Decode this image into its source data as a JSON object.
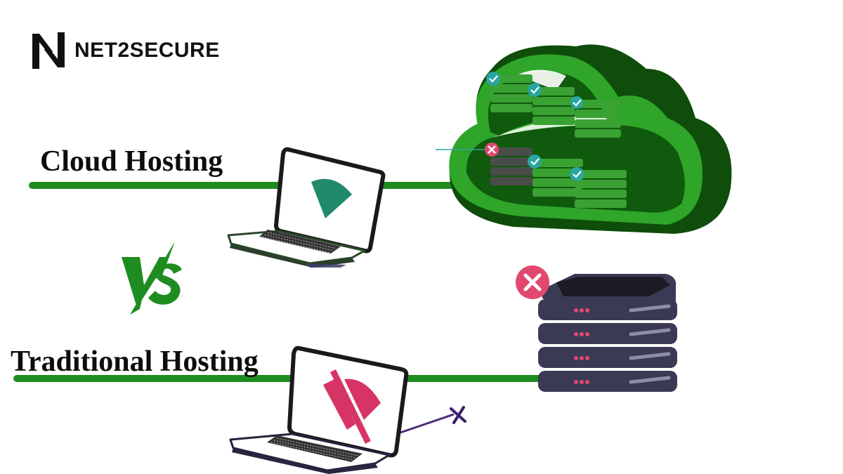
{
  "brand": {
    "name": "NET2SECURE",
    "logo_icon": "n-monogram-icon"
  },
  "headings": {
    "cloud": "Cloud Hosting",
    "versus": "VS",
    "traditional": "Traditional Hosting"
  },
  "colors": {
    "accent_green": "#1e8c20",
    "cloud_dark_green": "#0e4d0a",
    "cloud_bright_green": "#2fa52a",
    "teal_check": "#2aa5a0",
    "pink_error": "#e0486f",
    "server_dark": "#3b3a55",
    "wifi_teal": "#1f8a6c",
    "wifi_pink": "#d63464"
  },
  "illustrations": {
    "cloud_laptop": {
      "screen_icon": "wifi-signal-icon",
      "status": "connected"
    },
    "traditional_laptop": {
      "screen_icon": "wifi-off-icon",
      "status": "disconnected"
    },
    "cloud_servers": {
      "upper_row": [
        "ok",
        "ok",
        "ok"
      ],
      "lower_row": [
        "error",
        "ok",
        "ok"
      ]
    },
    "traditional_server": {
      "status": "error"
    }
  }
}
